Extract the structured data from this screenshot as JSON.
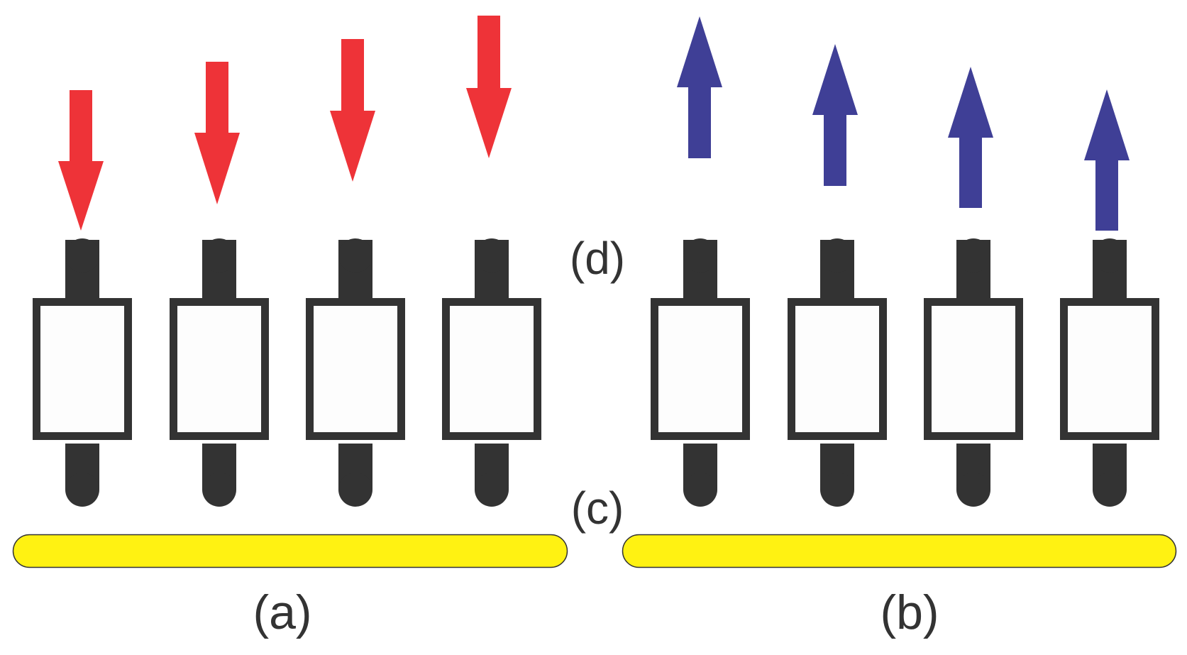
{
  "labels": {
    "a": "(a)",
    "b": "(b)",
    "c": "(c)",
    "d": "(d)"
  },
  "groups": [
    {
      "id": "a",
      "element_count": 4,
      "arrow_direction": "down",
      "arrow_color": "#ee3338"
    },
    {
      "id": "b",
      "element_count": 4,
      "arrow_direction": "up",
      "arrow_color": "#3f3f96"
    }
  ],
  "colors": {
    "element": "#333333",
    "element_fill": "#fdfdfd",
    "bar_fill": "#fff212",
    "bar_stroke": "#333333",
    "arrow_down": "#ee3338",
    "arrow_up": "#3f3f96"
  }
}
